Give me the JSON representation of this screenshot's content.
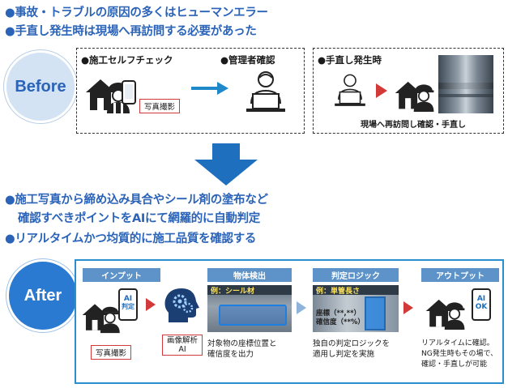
{
  "before_bullets": [
    "●事故・トラブルの原因の多くはヒューマンエラー",
    "●手直し発生時は現場へ再訪問する必要があった"
  ],
  "before_badge": "Before",
  "self_check_title": "●施工セルフチェック",
  "photo_label_before": "写真撮影",
  "manager_title": "●管理者確認",
  "rework_title": "●手直し発生時",
  "revisit_caption": "現場へ再訪問し確認・手直し",
  "after_bullets": [
    "●施工写真から締め込み具合やシール剤の塗布など",
    "確認すべきポイントをAIにて網羅的に自動判定",
    "●リアルタイムかつ均質的に施工品質を確認する"
  ],
  "after_badge": "After",
  "steps": [
    "インプット",
    "物体検出",
    "判定ロジック",
    "アウトプット"
  ],
  "phone_ai_label": [
    "AI",
    "判定"
  ],
  "photo_label_after": "写真撮影",
  "image_analysis": [
    "画像解析",
    "AI"
  ],
  "detect_photo_tag": "例：シール材",
  "detect_desc": [
    "対象物の座標位置と",
    "確信度を出力"
  ],
  "logic_photo_tag": "例：単管長さ",
  "logic_photo_text": [
    "座標（**,**）",
    "確信度（**%）"
  ],
  "logic_desc": [
    "独自の判定ロジックを",
    "適用し判定を実施"
  ],
  "phone_ok_label": [
    "AI",
    "OK"
  ],
  "output_desc": [
    "リアルタイムに確認。",
    "NG発生時もその場で、",
    "確認・手直しが可能"
  ],
  "colors": {
    "blue_text": "#2a63b8",
    "badge_fill": "#cfe0f3",
    "accent_blue": "#1e88c9",
    "red": "#d23a3a",
    "tab": "#5d93c8"
  }
}
